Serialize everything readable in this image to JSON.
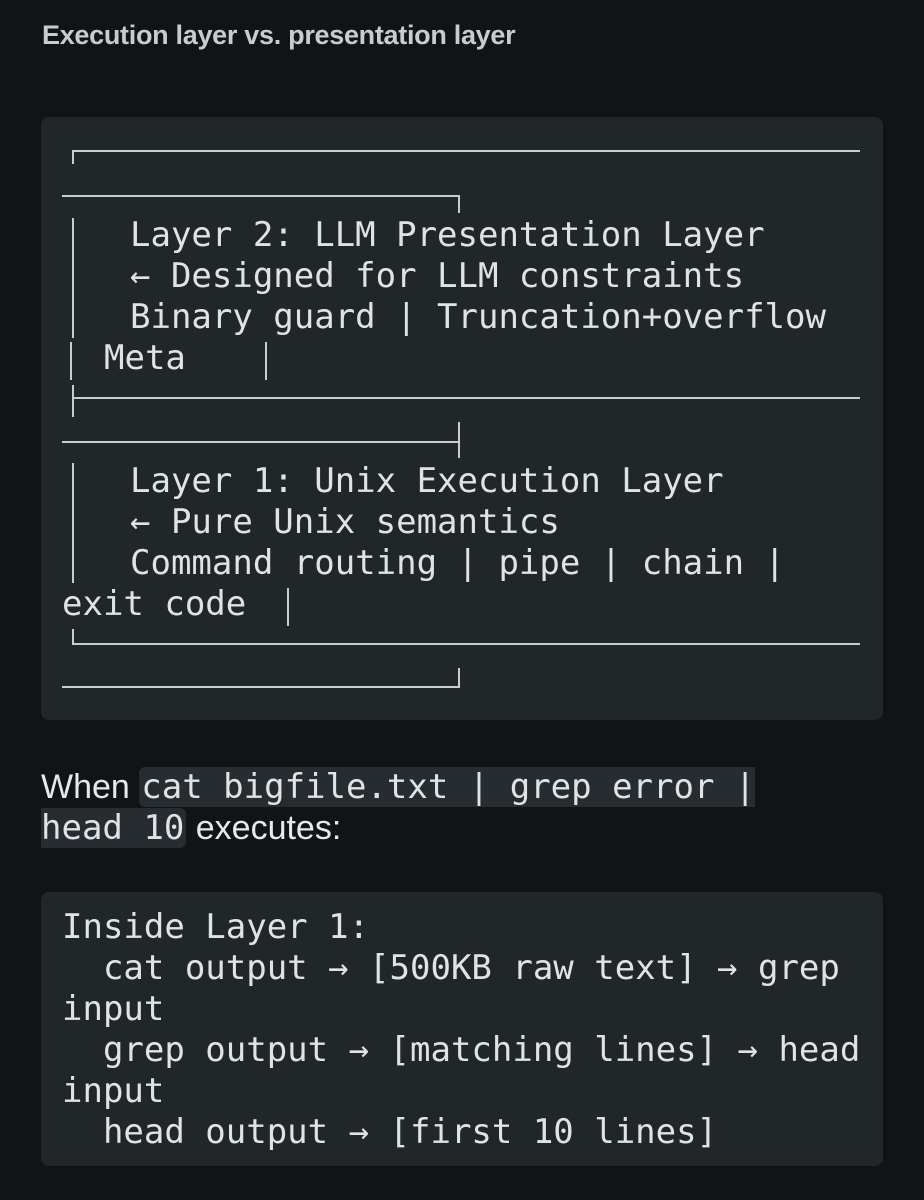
{
  "heading": "Execution layer vs. presentation layer",
  "diagram": {
    "layer2_title": "Layer 2: LLM Presentation Layer",
    "layer2_note": "← Designed for LLM constraints",
    "layer2_features": "Binary guard | Truncation+overflow",
    "layer2_features_tail": "Meta",
    "layer1_title": "Layer 1: Unix Execution Layer",
    "layer1_note": "← Pure Unix semantics",
    "layer1_features": "Command routing | pipe | chain |",
    "layer1_features_tail": "exit code"
  },
  "paragraph": {
    "prefix": "When",
    "code": "cat bigfile.txt | grep error | head 10",
    "suffix": "executes:"
  },
  "output_block": {
    "text": "Inside Layer 1:\n  cat output → [500KB raw text] → grep input\n  grep output → [matching lines] → head input\n  head output → [first 10 lines]"
  }
}
